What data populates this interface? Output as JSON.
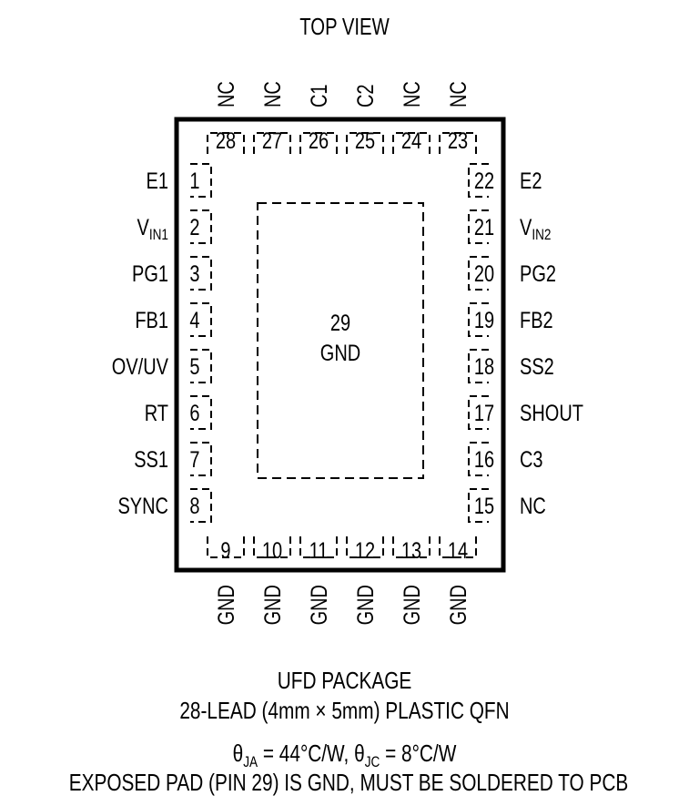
{
  "title": "TOP VIEW",
  "pins": {
    "top": [
      {
        "num": "28",
        "name": "NC"
      },
      {
        "num": "27",
        "name": "NC"
      },
      {
        "num": "26",
        "name": "C1"
      },
      {
        "num": "25",
        "name": "C2"
      },
      {
        "num": "24",
        "name": "NC"
      },
      {
        "num": "23",
        "name": "NC"
      }
    ],
    "left": [
      {
        "num": "1",
        "name": "E1"
      },
      {
        "num": "2",
        "name": "V",
        "sub": "IN1"
      },
      {
        "num": "3",
        "name": "PG1"
      },
      {
        "num": "4",
        "name": "FB1"
      },
      {
        "num": "5",
        "name": "OV/UV"
      },
      {
        "num": "6",
        "name": "RT"
      },
      {
        "num": "7",
        "name": "SS1"
      },
      {
        "num": "8",
        "name": "SYNC"
      }
    ],
    "right": [
      {
        "num": "22",
        "name": "E2"
      },
      {
        "num": "21",
        "name": "V",
        "sub": "IN2"
      },
      {
        "num": "20",
        "name": "PG2"
      },
      {
        "num": "19",
        "name": "FB2"
      },
      {
        "num": "18",
        "name": "SS2"
      },
      {
        "num": "17",
        "name": "SHOUT"
      },
      {
        "num": "16",
        "name": "C3"
      },
      {
        "num": "15",
        "name": "NC"
      }
    ],
    "bottom": [
      {
        "num": "9",
        "name": "GND"
      },
      {
        "num": "10",
        "name": "GND"
      },
      {
        "num": "11",
        "name": "GND"
      },
      {
        "num": "12",
        "name": "GND"
      },
      {
        "num": "13",
        "name": "GND"
      },
      {
        "num": "14",
        "name": "GND"
      }
    ]
  },
  "exposed_pad": {
    "num": "29",
    "name": "GND"
  },
  "package": {
    "line1": "UFD PACKAGE",
    "line2": "28-LEAD (4mm × 5mm) PLASTIC QFN",
    "thermal": {
      "theta_ja": {
        "symbol": "θ",
        "sub": "JA",
        "value": " = 44°C/W, "
      },
      "theta_jc": {
        "symbol": "θ",
        "sub": "JC",
        "value": " = 8°C/W"
      }
    },
    "line4": "EXPOSED PAD (PIN 29) IS GND, MUST BE SOLDERED TO PCB"
  }
}
